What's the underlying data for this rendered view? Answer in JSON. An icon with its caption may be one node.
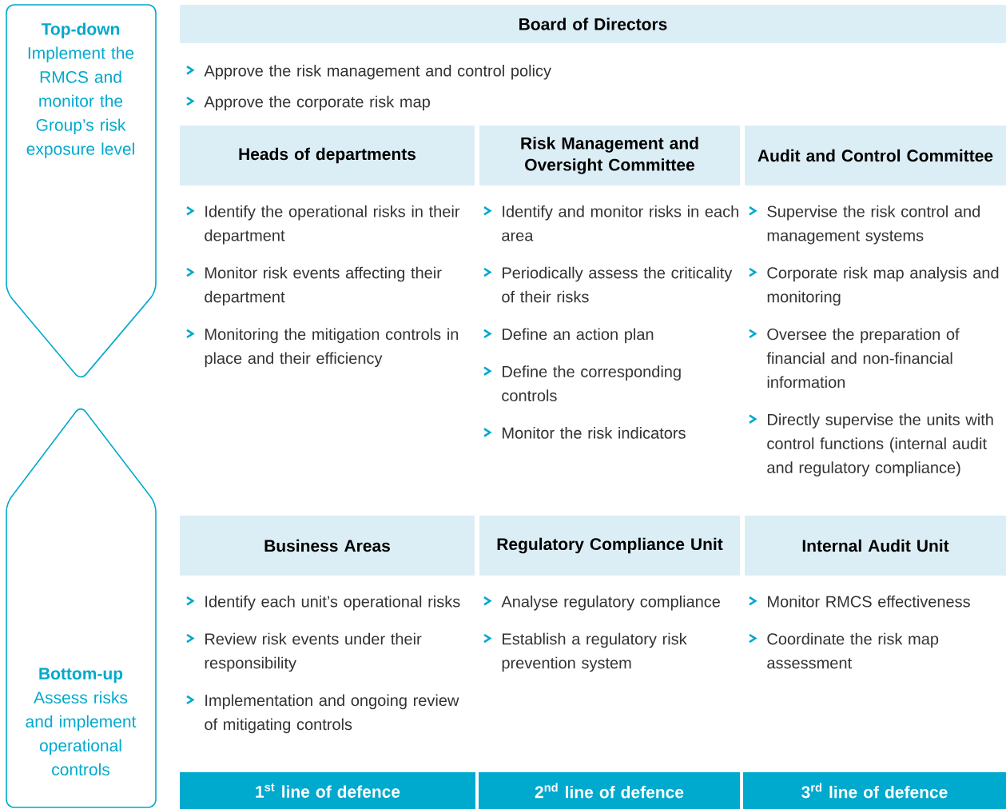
{
  "diagram": {
    "nodes": [
      {
        "text": [
          "Top-down",
          "Implement the RMCS and monitor the Group’s risk exposure level"
        ]
      },
      {
        "text": [
          "Bottom-up",
          "Assess risks and implement operational controls"
        ]
      },
      {
        "text": [
          "Board of Directors"
        ]
      },
      {
        "text": [
          "Heads of departments"
        ]
      },
      {
        "text": [
          "Risk Management and Oversight Committee"
        ]
      },
      {
        "text": [
          "Audit and Control Committee"
        ]
      },
      {
        "text": [
          "Business Areas"
        ]
      },
      {
        "text": [
          "Regulatory Compliance Unit"
        ]
      },
      {
        "text": [
          "Internal Audit Unit"
        ]
      },
      {
        "text": [
          "1$^{st}$ line of defence"
        ]
      },
      {
        "text": [
          "2$^{nd}$ line of defence"
        ]
      },
      {
        "text": [
          "3$^{rd}$ line of defence"
        ]
      }
    ],
    "edges": [],
    "labels": [
      "Approve the risk management and control policy",
      "Approve the corporate risk map",
      "Identify the operational risks in their department",
      "Monitor risk events affecting their department",
      "Monitoring the mitigation controls in place and their efficiency",
      "Identify and monitor risks in each area",
      "Periodically assess the criticality of their risks",
      "Define an action plan",
      "Define the corresponding controls",
      "Monitor the risk indicators",
      "Supervise the risk control and management systems",
      "Corporate risk map analysis and monitoring",
      "Oversee the preparation of financial and non-financial information",
      "Directly supervise the units with control functions (internal audit and regulatory compliance)",
      "Identify each unit’s operational risks",
      "Review risk events under their responsibility",
      "Implementation and ongoing review of mitigating controls",
      "Analyse regulatory compliance",
      "Establish a regulatory risk prevention system",
      "Monitor RMCS effectiveness",
      "Coordinate the risk map assessment"
    ]
  }
}
